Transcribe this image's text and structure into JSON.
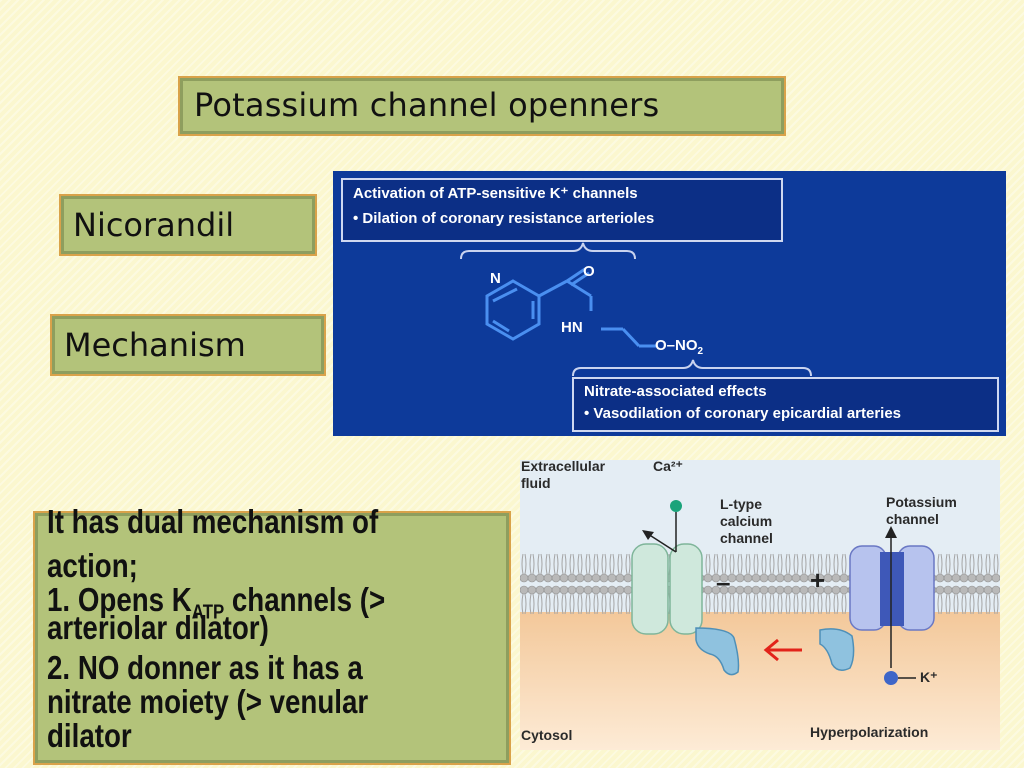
{
  "slide": {
    "title": "Potassium channel openners",
    "drug": "Nicorandil",
    "mechanism_label": "Mechanism"
  },
  "structure_panel": {
    "top_box": {
      "heading": "Activation of ATP-sensitive K⁺ channels",
      "bullet": "• Dilation of coronary resistance arterioles"
    },
    "molecule": {
      "atom_n": "N",
      "atom_o": "O",
      "group_hn": "HN",
      "group_ono2_prefix": "O–NO",
      "group_ono2_sub": "2"
    },
    "bottom_box": {
      "heading": "Nitrate-associated effects",
      "bullet": "• Vasodilation of coronary epicardial arteries"
    }
  },
  "mechanism_text": {
    "line1": "It has dual mechanism of",
    "line2": "action;",
    "line3_prefix": "1. Opens K",
    "line3_sub": "ATP",
    "line3_suffix": " channels (>",
    "line4": "arteriolar dilator)",
    "line5": "2. NO donner as it has a",
    "line6": "nitrate moiety (> venular",
    "line7": "dilator"
  },
  "diagram": {
    "extracellular_1": "Extracellular",
    "extracellular_2": "fluid",
    "calcium_ion": "Ca²⁺",
    "l_type_1": "L-type",
    "l_type_2": "calcium",
    "l_type_3": "channel",
    "potassium_1": "Potassium",
    "potassium_2": "channel",
    "minus": "–",
    "plus": "+",
    "potassium_ion": "K⁺",
    "cytosol": "Cytosol",
    "hyperpolarization": "Hyperpolarization"
  }
}
